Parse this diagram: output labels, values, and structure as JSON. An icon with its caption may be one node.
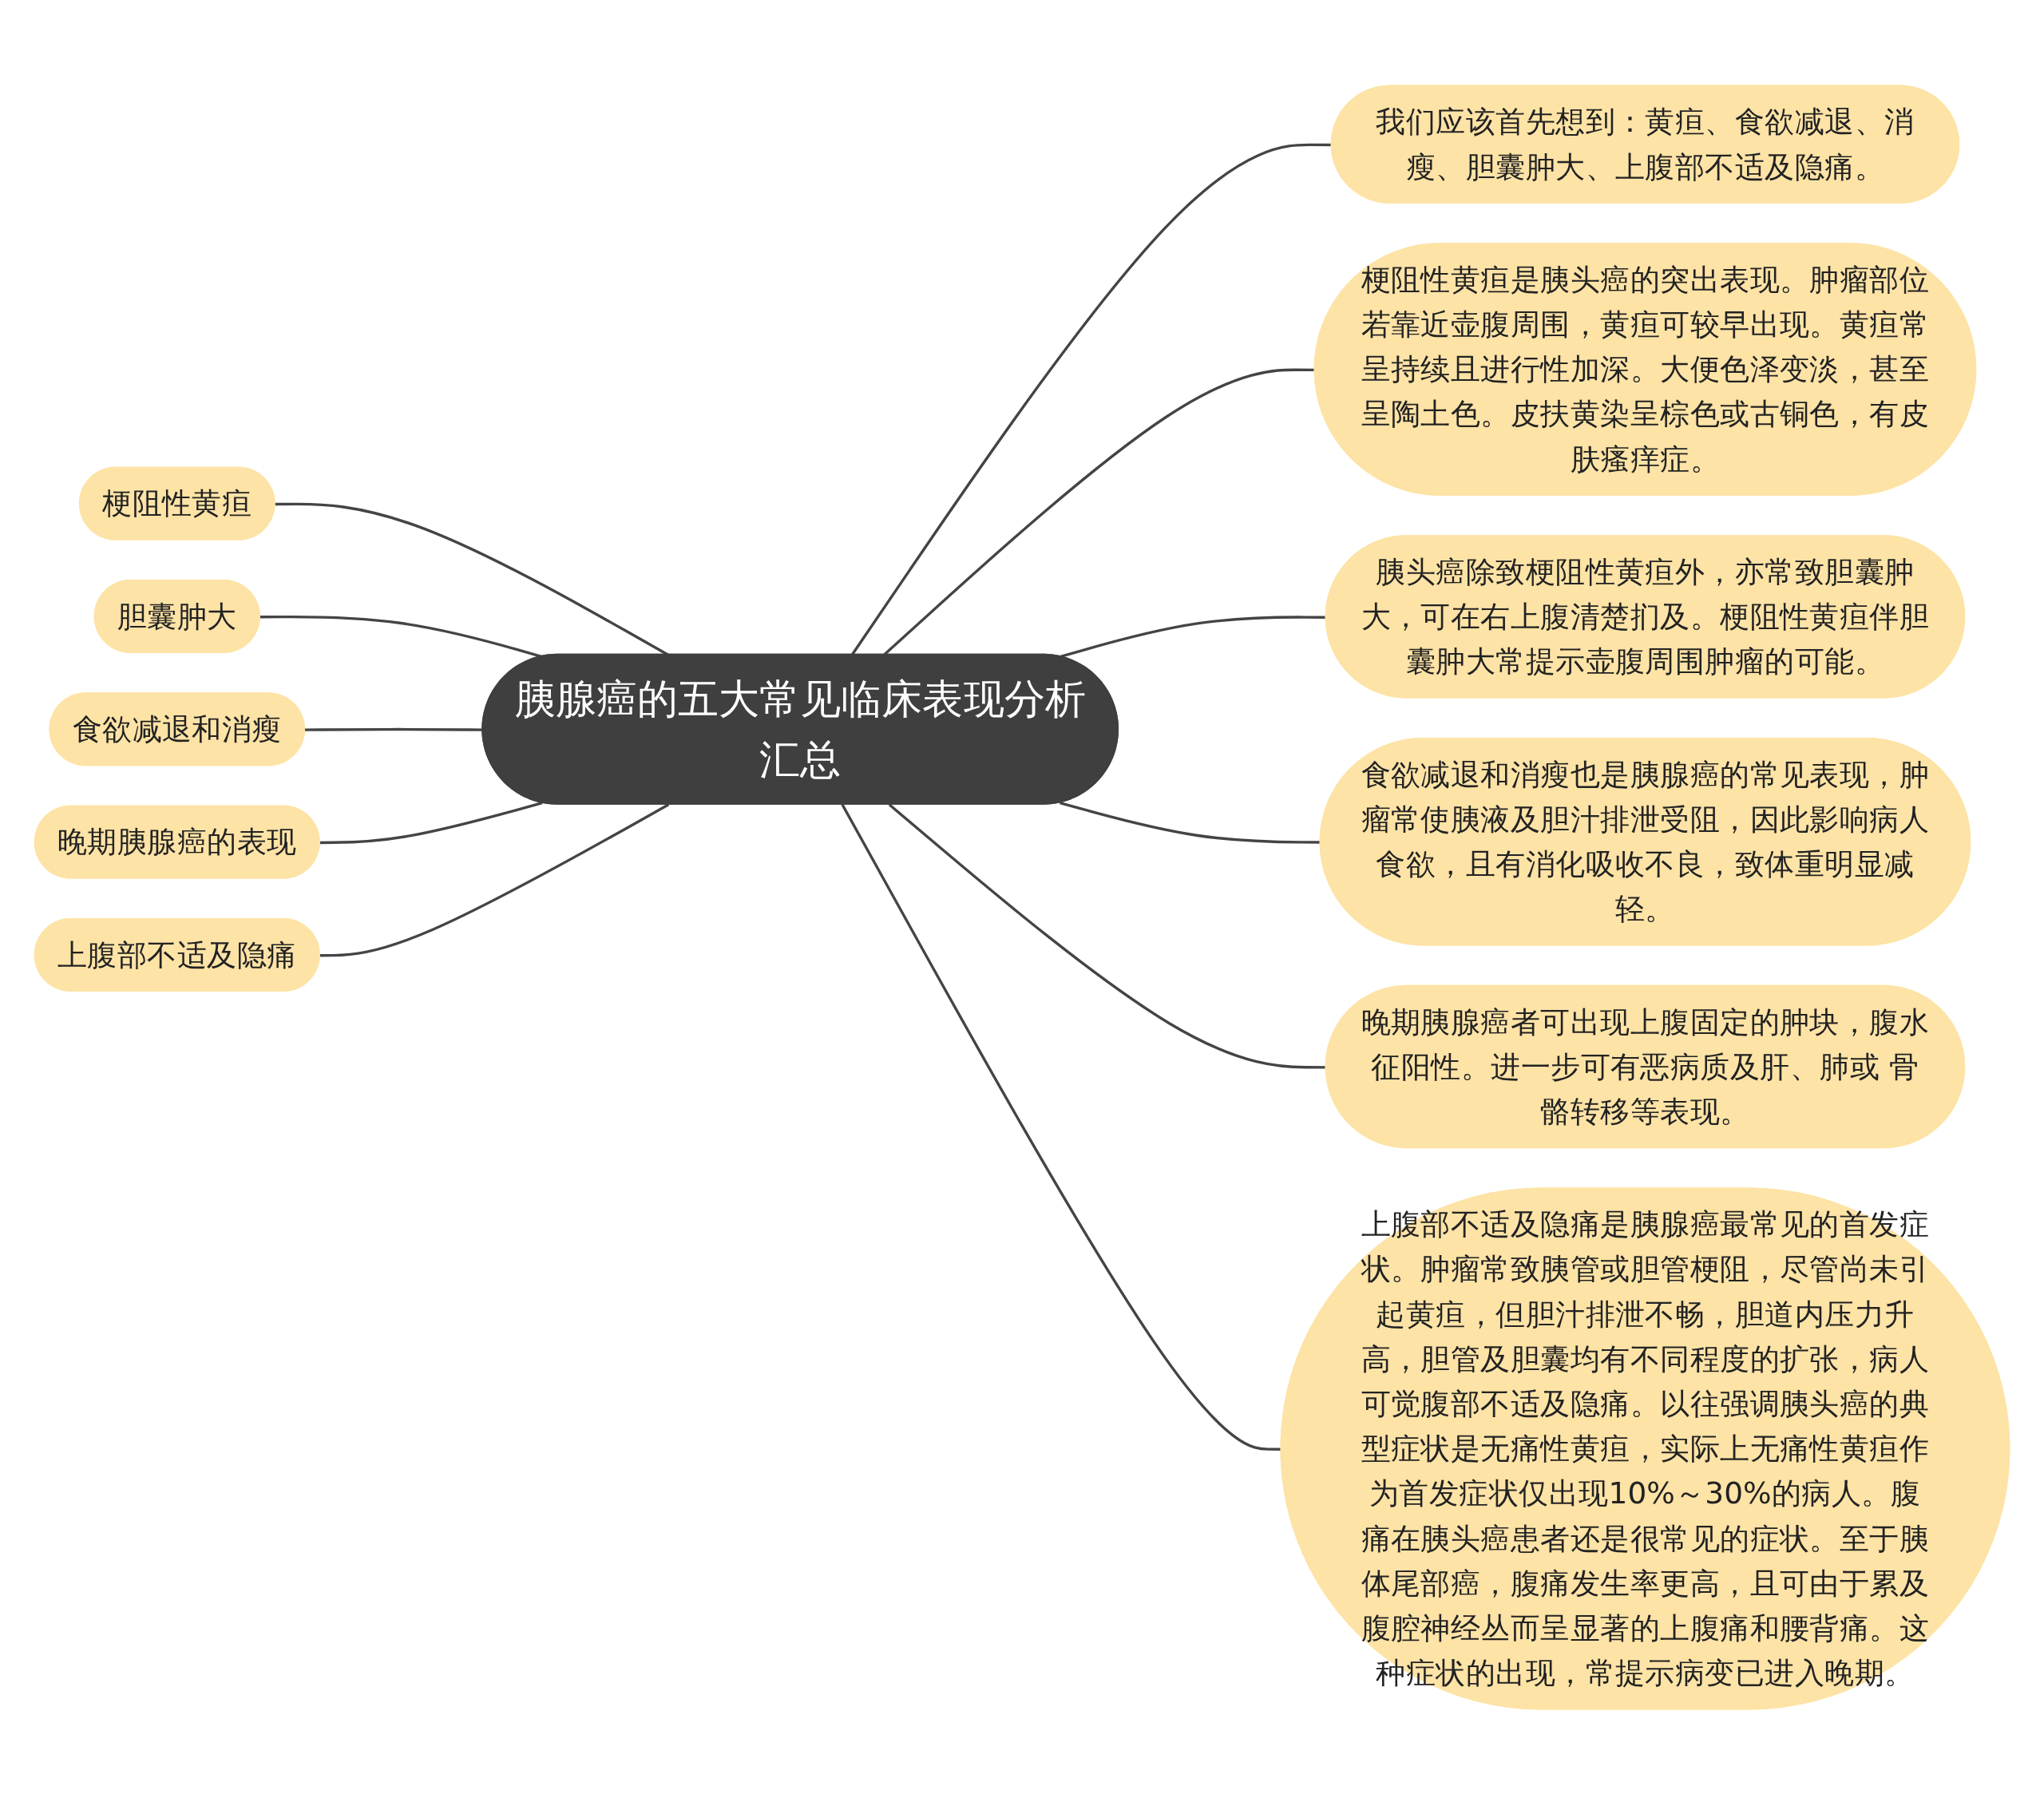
{
  "diagram": {
    "nodes": [
      {
        "text": [
          "胰腺癌的五大常见临床表现分析汇总"
        ]
      },
      {
        "text": [
          "梗阻性黄疸"
        ]
      },
      {
        "text": [
          "胆囊肿大"
        ]
      },
      {
        "text": [
          "食欲减退和消瘦"
        ]
      },
      {
        "text": [
          "晚期胰腺癌的表现"
        ]
      },
      {
        "text": [
          "上腹部不适及隐痛"
        ]
      },
      {
        "text": [
          "我们应该首先想到：黄疸、食欲减退、消瘦、胆囊肿大、上腹部不适及隐痛。"
        ]
      },
      {
        "text": [
          "梗阻性黄疸是胰头癌的突出表现。肿瘤部位若靠近壶腹周围，黄疸可较早出现。黄疸常呈持续且进行性加深。大便色泽变淡，甚至呈陶土色。皮扶黄染呈棕色或古铜色，有皮肤瘙痒症。"
        ]
      },
      {
        "text": [
          "胰头癌除致梗阻性黄疸外，亦常致胆囊肿大，可在右上腹清楚扪及。梗阻性黄疸伴胆囊肿大常提示壶腹周围肿瘤的可能。"
        ]
      },
      {
        "text": [
          "食欲减退和消瘦也是胰腺癌的常见表现，肿瘤常使胰液及胆汁排泄受阻，因此影响病人食欲，且有消化吸收不良，致体重明显减轻。"
        ]
      },
      {
        "text": [
          "晚期胰腺癌者可出现上腹固定的肿块，腹水征阳性。进一步可有恶病质及肝、肺或 骨骼转移等表现。"
        ]
      },
      {
        "text": [
          "上腹部不适及隐痛是胰腺癌最常见的首发症状。肿瘤常致胰管或胆管梗阻，尽管尚未引起黄疸，但胆汁排泄不畅，胆道内压力升高，胆管及胆囊均有不同程度的扩张，病人可觉腹部不适及隐痛。以往强调胰头癌的典型症状是无痛性黄疸，实际上无痛性黄疸作为首发症状仅出现10%～30%的病人。腹痛在胰头癌患者还是很常见的症状。至于胰体尾部癌，腹痛发生率更高，且可由于累及腹腔神经丛而呈显著的上腹痛和腰背痛。这种症状的出现，常提示病变已进入晚期。"
        ]
      }
    ],
    "edges": [
      {
        "from": 1,
        "to": 0,
        "arrow": "none"
      },
      {
        "from": 2,
        "to": 0,
        "arrow": "none"
      },
      {
        "from": 3,
        "to": 0,
        "arrow": "none"
      },
      {
        "from": 4,
        "to": 0,
        "arrow": "none"
      },
      {
        "from": 5,
        "to": 0,
        "arrow": "none"
      },
      {
        "from": 0,
        "to": 6,
        "arrow": "none"
      },
      {
        "from": 0,
        "to": 7,
        "arrow": "none"
      },
      {
        "from": 0,
        "to": 8,
        "arrow": "none"
      },
      {
        "from": 0,
        "to": 9,
        "arrow": "none"
      },
      {
        "from": 0,
        "to": 10,
        "arrow": "none"
      },
      {
        "from": 0,
        "to": 11,
        "arrow": "none"
      }
    ]
  }
}
